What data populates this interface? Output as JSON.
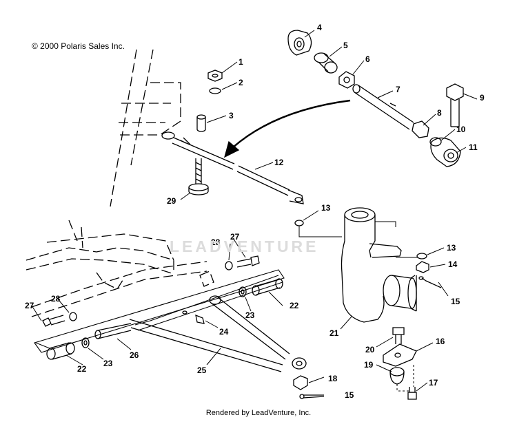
{
  "copyright": "© 2000 Polaris Sales Inc.",
  "footer": "Rendered by LeadVenture, Inc.",
  "watermark": "LEADVENTURE",
  "callouts": [
    {
      "id": "c1",
      "label": "1"
    },
    {
      "id": "c2",
      "label": "2"
    },
    {
      "id": "c3",
      "label": "3"
    },
    {
      "id": "c4",
      "label": "4"
    },
    {
      "id": "c5",
      "label": "5"
    },
    {
      "id": "c6",
      "label": "6"
    },
    {
      "id": "c7",
      "label": "7"
    },
    {
      "id": "c8",
      "label": "8"
    },
    {
      "id": "c9",
      "label": "9"
    },
    {
      "id": "c10",
      "label": "10"
    },
    {
      "id": "c11",
      "label": "11"
    },
    {
      "id": "c12",
      "label": "12"
    },
    {
      "id": "c13a",
      "label": "13"
    },
    {
      "id": "c13b",
      "label": "13"
    },
    {
      "id": "c14",
      "label": "14"
    },
    {
      "id": "c15a",
      "label": "15"
    },
    {
      "id": "c15b",
      "label": "15"
    },
    {
      "id": "c16",
      "label": "16"
    },
    {
      "id": "c17",
      "label": "17"
    },
    {
      "id": "c18",
      "label": "18"
    },
    {
      "id": "c19",
      "label": "19"
    },
    {
      "id": "c20",
      "label": "20"
    },
    {
      "id": "c21",
      "label": "21"
    },
    {
      "id": "c22a",
      "label": "22"
    },
    {
      "id": "c22b",
      "label": "22"
    },
    {
      "id": "c23a",
      "label": "23"
    },
    {
      "id": "c23b",
      "label": "23"
    },
    {
      "id": "c24",
      "label": "24"
    },
    {
      "id": "c25",
      "label": "25"
    },
    {
      "id": "c26",
      "label": "26"
    },
    {
      "id": "c27a",
      "label": "27"
    },
    {
      "id": "c27b",
      "label": "27"
    },
    {
      "id": "c28a",
      "label": "28"
    },
    {
      "id": "c28b",
      "label": "28"
    },
    {
      "id": "c29",
      "label": "29"
    }
  ]
}
